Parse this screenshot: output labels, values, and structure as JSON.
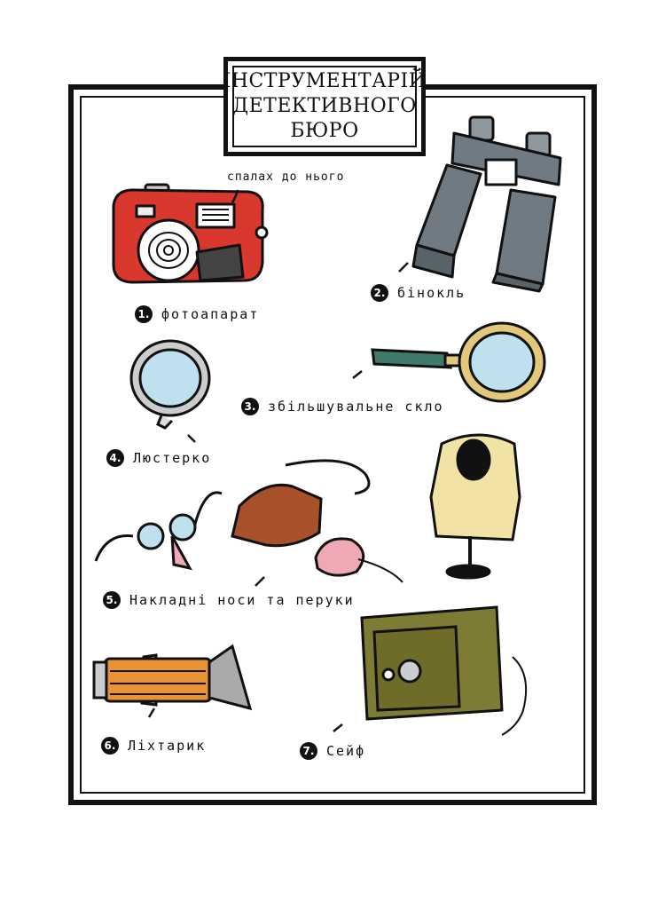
{
  "title": {
    "line1": "ІНСТРУМЕНТАРІЙ",
    "line2": "ДЕТЕКТИВНОГО",
    "line3": "БЮРО"
  },
  "flash_note": "спалах до нього",
  "items": [
    {
      "number": "1.",
      "label": "фотоапарат",
      "icon": "camera-icon"
    },
    {
      "number": "2.",
      "label": "бінокль",
      "icon": "binoculars-icon"
    },
    {
      "number": "3.",
      "label": "збільшувальне скло",
      "icon": "magnifying-glass-icon"
    },
    {
      "number": "4.",
      "label": "Люстерко",
      "icon": "hand-mirror-icon"
    },
    {
      "number": "5.",
      "label": "Накладні носи та перуки",
      "icon": "disguise-icon"
    },
    {
      "number": "6.",
      "label": "Ліхтарик",
      "icon": "flashlight-icon"
    },
    {
      "number": "7.",
      "label": "Сейф",
      "icon": "safe-icon"
    }
  ],
  "colors": {
    "camera_red": "#d8382e",
    "binoculars_gray": "#6f7a82",
    "magnifier_handle": "#3f7a6c",
    "magnifier_rim": "#e3c77a",
    "glass_blue": "#bfe0ee",
    "beard_brown": "#a8502a",
    "wig_blond": "#f1e3a5",
    "nose_pink": "#f0a8b4",
    "flashlight_orange": "#e89432",
    "safe_olive": "#7e7c34"
  }
}
